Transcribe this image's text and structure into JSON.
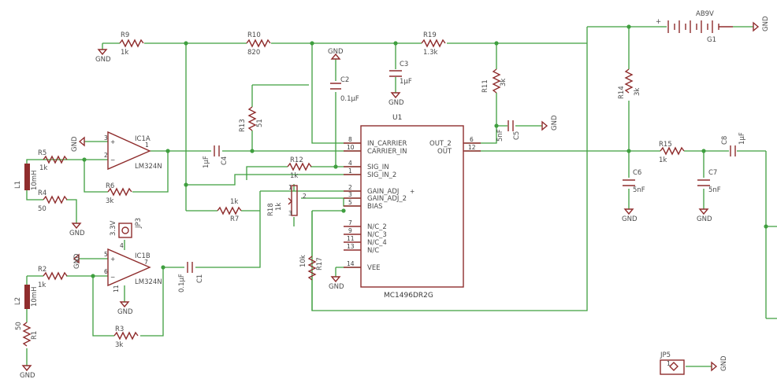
{
  "resistors": {
    "R9": {
      "name": "R9",
      "value": "1k"
    },
    "R10": {
      "name": "R10",
      "value": "820"
    },
    "R19": {
      "name": "R19",
      "value": "1.3k"
    },
    "R11": {
      "name": "R11",
      "value": "3k"
    },
    "R14": {
      "name": "R14",
      "value": "3k"
    },
    "R13": {
      "name": "R13",
      "value": "51"
    },
    "R5": {
      "name": "R5",
      "value": "1k"
    },
    "R4": {
      "name": "R4",
      "value": "50"
    },
    "R6": {
      "name": "R6",
      "value": "3k"
    },
    "R12": {
      "name": "R12",
      "value": "1k"
    },
    "R7": {
      "name": "R7",
      "value": "1k"
    },
    "R18": {
      "name": "R18",
      "value": "1k"
    },
    "R17": {
      "name": "R17",
      "value": "10k"
    },
    "R2": {
      "name": "R2",
      "value": "1k"
    },
    "R1": {
      "name": "R1",
      "value": "50"
    },
    "R3": {
      "name": "R3",
      "value": "3k"
    },
    "R15": {
      "name": "R15",
      "value": "1k"
    }
  },
  "capacitors": {
    "C2": {
      "name": "C2",
      "value": "0.1µF"
    },
    "C3": {
      "name": "C3",
      "value": "1µF"
    },
    "C4": {
      "name": "C4",
      "value": "1µF"
    },
    "C5": {
      "name": "C5",
      "value": "5nF"
    },
    "C1": {
      "name": "C1",
      "value": "0.1µF"
    },
    "C6": {
      "name": "C6",
      "value": "5nF"
    },
    "C7": {
      "name": "C7",
      "value": "5nF"
    },
    "C8": {
      "name": "C8",
      "value": "1µF"
    }
  },
  "inductors": {
    "L1": {
      "name": "L1",
      "value": "10mH"
    },
    "L2": {
      "name": "L2",
      "value": "10mH"
    }
  },
  "opamps": {
    "IC1A": {
      "name": "IC1A",
      "part": "LM324N"
    },
    "IC1B": {
      "name": "IC1B",
      "part": "LM324N"
    }
  },
  "battery": {
    "name": "G1",
    "value": "AB9V",
    "plus": "+"
  },
  "jumpers": {
    "JP3": "JP3",
    "JP5": "JP5",
    "jp3_label": "3.3V"
  },
  "gnd_label": "GND",
  "u1": {
    "ref": "U1",
    "part": "MC1496DR2G",
    "left_pins": [
      {
        "num": "8",
        "name": "IN_CARRIER"
      },
      {
        "num": "10",
        "name": "CARRIER_IN"
      },
      {
        "num": "4",
        "name": "SIG_IN"
      },
      {
        "num": "1",
        "name": "SIG_IN_2"
      },
      {
        "num": "2",
        "name": "GAIN_ADJ"
      },
      {
        "num": "3",
        "name": "GAIN_ADJ_2"
      },
      {
        "num": "5",
        "name": "BIAS"
      },
      {
        "num": "7",
        "name": "N/C_2"
      },
      {
        "num": "9",
        "name": "N/C_3"
      },
      {
        "num": "11",
        "name": "N/C_4"
      },
      {
        "num": "13",
        "name": "N/C"
      },
      {
        "num": "14",
        "name": "VEE"
      }
    ],
    "right_pins": [
      {
        "num": "6",
        "name": "OUT_2"
      },
      {
        "num": "12",
        "name": "OUT"
      }
    ]
  },
  "pin_labels": {
    "ic1a_3": "3",
    "ic1a_2": "2",
    "ic1a_1": "1",
    "ic1b_5": "5",
    "ic1b_6": "6",
    "ic1b_7": "7",
    "ic1b_4": "4",
    "ic1b_11": "11",
    "r18_1": "1",
    "r18_2": "2",
    "r18_3": "3",
    "jp5_1": "1"
  },
  "colors": {
    "wire": "#3f9f3f",
    "component": "#8f2d2d",
    "text": "#4a4a4a"
  }
}
